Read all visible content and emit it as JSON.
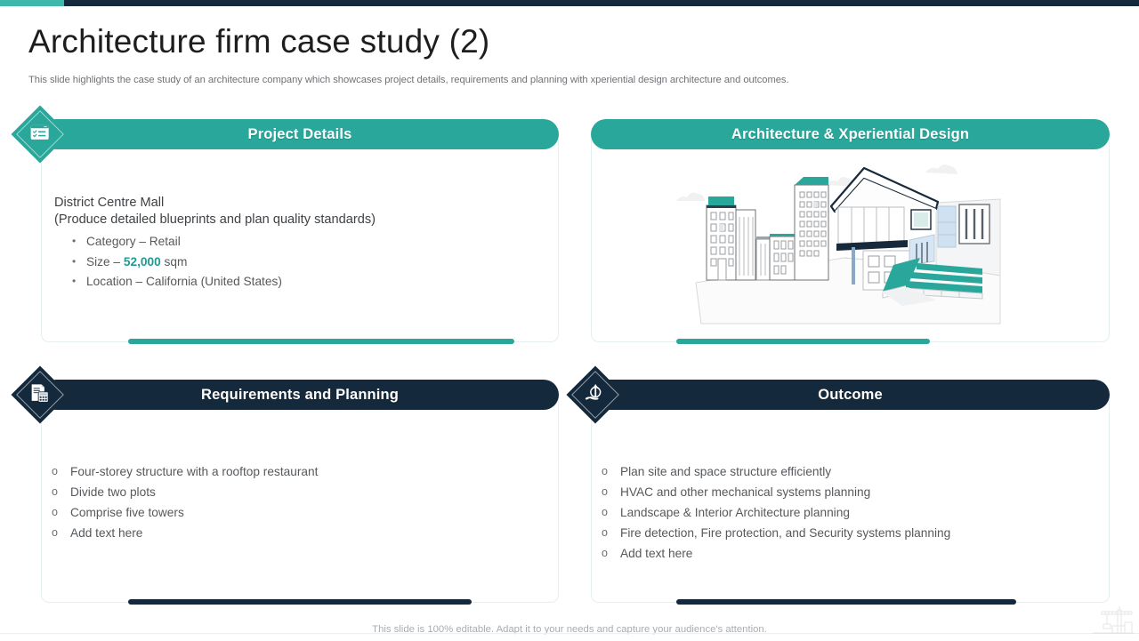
{
  "theme": {
    "teal": "#2aa79b",
    "navy": "#15293c",
    "highlight_teal": "#1e9b92",
    "body_text": "#56595c",
    "title_text": "#1d1d1f"
  },
  "header": {
    "title": "Architecture firm case study (2)",
    "subtitle": "This slide highlights the case study of an architecture company which showcases project details, requirements and planning with xperiential design architecture and outcomes."
  },
  "cards": {
    "project_details": {
      "title": "Project Details",
      "icon": "checklist-icon",
      "heading_line1": "District Centre Mall",
      "heading_line2": "(Produce detailed blueprints and plan quality standards)",
      "items": [
        {
          "prefix": "Category – Retail",
          "highlight": "",
          "suffix": ""
        },
        {
          "prefix": "Size – ",
          "highlight": "52,000",
          "suffix": " sqm"
        },
        {
          "prefix": "Location – California (United States)",
          "highlight": "",
          "suffix": ""
        }
      ]
    },
    "architecture_design": {
      "title": "Architecture & Xperiential Design",
      "illustration": "architecture-buildings-illustration"
    },
    "requirements_planning": {
      "title": "Requirements and Planning",
      "icon": "document-calculator-icon",
      "items": [
        "Four-storey structure with a rooftop restaurant",
        "Divide two plots",
        "Comprise five towers",
        "Add text here"
      ]
    },
    "outcome": {
      "title": "Outcome",
      "icon": "hand-target-icon",
      "items": [
        "Plan site and space structure efficiently",
        "HVAC and other mechanical systems planning",
        "Landscape & Interior Architecture planning",
        "Fire detection, Fire protection, and Security systems planning",
        "Add text here"
      ]
    }
  },
  "footer": {
    "note": "This slide is 100% editable. Adapt it to your needs and capture your audience's attention.",
    "watermark": "construction-crane-icon"
  }
}
